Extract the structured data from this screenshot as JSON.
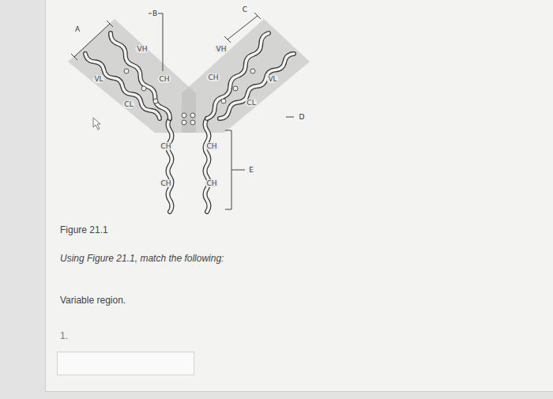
{
  "diagram": {
    "caption": "Figure 21.1",
    "labels": [
      "A",
      "B",
      "C",
      "VH",
      "VL",
      "CL",
      "CH",
      "VH",
      "CH",
      "VL",
      "CL",
      "CH",
      "CH",
      "CH",
      "CH",
      "D",
      "E",
      "Using Figure 21.1, match the following:",
      "Variable region.",
      "1."
    ]
  }
}
